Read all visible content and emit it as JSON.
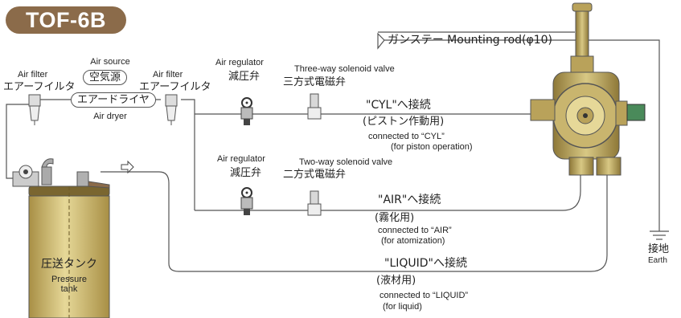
{
  "model": "TOF-6B",
  "air_source": {
    "en": "Air source",
    "jp": "空気源"
  },
  "air_dryer": {
    "jp": "エアードライヤ",
    "en": "Air dryer"
  },
  "air_filter_left": {
    "en": "Air filter",
    "jp": "エアーフイルタ"
  },
  "air_filter_right": {
    "en": "Air filter",
    "jp": "エアーフイルタ"
  },
  "regulator_top": {
    "en": "Air regulator",
    "jp": "減圧弁"
  },
  "regulator_bottom": {
    "en": "Air regulator",
    "jp": "減圧弁"
  },
  "three_way": {
    "en": "Three-way solenoid valve",
    "jp": "三方式電磁弁"
  },
  "two_way": {
    "en": "Two-way solenoid valve",
    "jp": "二方式電磁弁"
  },
  "mounting_rod": "ガンステー Mounting rod(φ10)",
  "cyl": {
    "jp": "\"CYL\"へ接続",
    "jp_sub": "(ピストン作動用)",
    "en": "connected to “CYL”",
    "en_sub": "(for piston operation)"
  },
  "air": {
    "jp": "\"AIR\"へ接続",
    "jp_sub": "(霧化用)",
    "en": "connected to “AIR”",
    "en_sub": "(for atomization)"
  },
  "liquid": {
    "jp": "\"LIQUID\"へ接続",
    "jp_sub": "(液材用)",
    "en": "connected to “LIQUID”",
    "en_sub": "(for liquid)"
  },
  "tank": {
    "jp": "圧送タンク",
    "en1": "Pressure",
    "en2": "tank"
  },
  "earth": {
    "jp": "接地",
    "en": "Earth"
  },
  "colors": {
    "badge": "#8b6b4a",
    "tank_body": "#d2c37a",
    "gun_body": "#b9a25a",
    "line": "#555555"
  }
}
